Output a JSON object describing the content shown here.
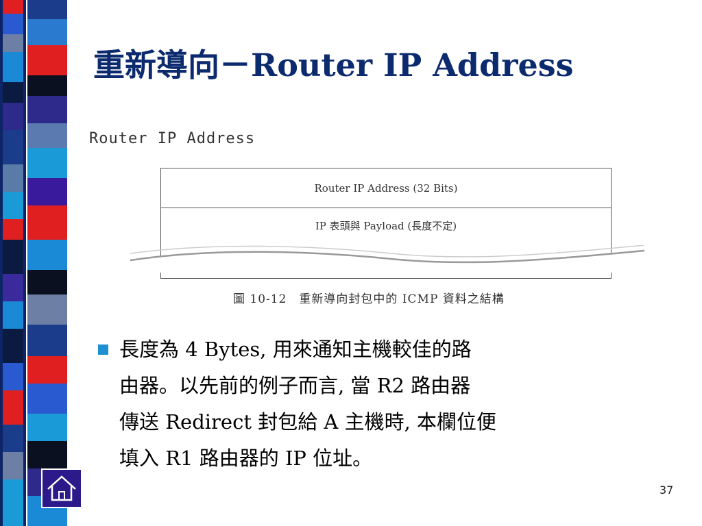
{
  "slide": {
    "title": "重新導向－Router IP Address",
    "page_number": "37"
  },
  "figure": {
    "heading": "Router IP Address",
    "field_1": "Router IP Address (32 Bits)",
    "field_2": "IP 表頭與 Payload (長度不定)",
    "caption": "圖 10-12　重新導向封包中的 ICMP 資料之結構"
  },
  "bullets": [
    {
      "lines": [
        "長度為 4 Bytes, 用來通知主機較佳的路",
        "由器。以先前的例子而言, 當 R2 路由器",
        "傳送 Redirect 封包給 A 主機時, 本欄位便",
        "填入 R1 路由器的 IP 位址。"
      ]
    }
  ],
  "icons": {
    "bullet": "square-bullet-icon",
    "home": "home-icon"
  },
  "colors": {
    "title": "#0c2a6e",
    "bullet": "#1e8fd0",
    "home_button": "#2d1a8a"
  }
}
